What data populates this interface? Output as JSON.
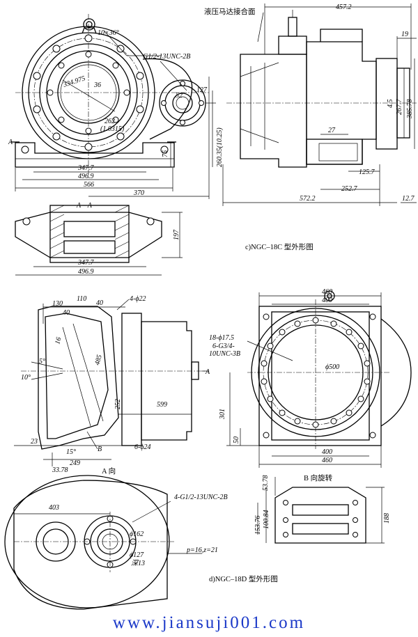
{
  "drawing_c": {
    "caption": "c)NGC–18C 型外形图",
    "note_hydraulic": "液压马达接合面",
    "bolt_pattern": "10×36°",
    "port_thread": "G1/2-13UNC-2B",
    "section_label": "A – A",
    "view_marker_a": "A",
    "dims": {
      "d334": "334.975",
      "d36": "36",
      "d262": "262",
      "d262_in": "(1.0315)",
      "d127": "127",
      "d52": "52",
      "d76": "76",
      "d260": "260.35(10.25)",
      "d347": "347.7",
      "d496": "496.9",
      "d566": "566",
      "d370": "370",
      "d457": "457.2",
      "d19": "19",
      "d267": "267.7",
      "d385": "385.78",
      "d27": "27",
      "d125": "125.7",
      "d252": "252.7",
      "d572": "572.2",
      "d12": "12.7",
      "d4_5": "4.5",
      "sec_347": "347.7",
      "sec_496": "496.9",
      "sec_197": "197"
    }
  },
  "drawing_d": {
    "caption": "d)NGC–18D 型外形图",
    "view_a_caption": "A 向",
    "view_b_caption": "B 向旋转",
    "flange_holes": "4-ϕ22",
    "bolt_holes": "18-ϕ17.5",
    "ports": "6-G3/4-",
    "ports_2": "10UNC-3B",
    "base_holes": "6-ϕ24",
    "motor_ports": "4-G1/2-13UNC-2B",
    "spline": "p=16,z=21",
    "marker_a": "A",
    "marker_b": "B",
    "dims": {
      "d130": "130",
      "d110": "110",
      "d40a": "40",
      "d40b": "40",
      "d16": "16",
      "d485": "485",
      "d5deg": "5°",
      "d10deg": "10°",
      "d252": "252",
      "d599": "599",
      "d23": "23",
      "d15deg": "15°",
      "d249": "249",
      "d33": "33.78",
      "d460t": "460",
      "d400t": "400",
      "d500": "ϕ500",
      "d301": "301",
      "d50": "50",
      "d400b": "400",
      "d460b": "460",
      "d403": "403",
      "d162": "ϕ162",
      "d127": "ϕ127",
      "d13": "深13",
      "d53": "53.78",
      "d100": "100.84",
      "d153": "153.76",
      "d188": "188"
    }
  },
  "watermark": "www.jiansuji001.com",
  "colors": {
    "line": "#000000",
    "watermark": "#1a38c8"
  }
}
